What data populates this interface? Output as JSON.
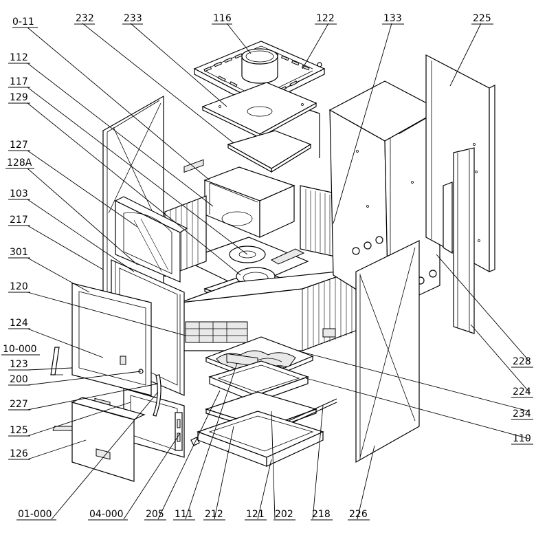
{
  "labels": {
    "l_0_11": "0-11",
    "l_232": "232",
    "l_233": "233",
    "l_116": "116",
    "l_122": "122",
    "l_133": "133",
    "l_225": "225",
    "l_112": "112",
    "l_117": "117",
    "l_129": "129",
    "l_127": "127",
    "l_128A": "128A",
    "l_103": "103",
    "l_217": "217",
    "l_301": "301",
    "l_120": "120",
    "l_124": "124",
    "l_10_000": "10-000",
    "l_123": "123",
    "l_200": "200",
    "l_227": "227",
    "l_125": "125",
    "l_126": "126",
    "l_01_000": "01-000",
    "l_04_000": "04-000",
    "l_205": "205",
    "l_111": "111",
    "l_212": "212",
    "l_121": "121",
    "l_202": "202",
    "l_218": "218",
    "l_226": "226",
    "l_228": "228",
    "l_224": "224",
    "l_234": "234",
    "l_110": "110"
  }
}
